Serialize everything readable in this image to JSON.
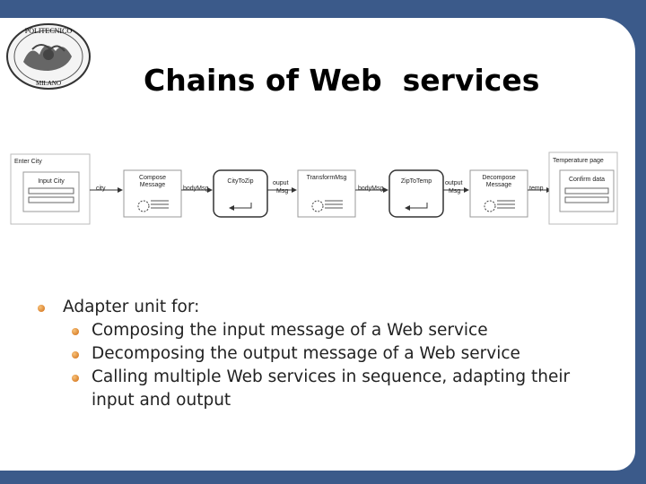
{
  "logo": {
    "text_top": "POLITECNICO",
    "text_bottom": "MILANO"
  },
  "title": "Chains of Web  services",
  "diagram": {
    "enter_city": {
      "title": "Enter City",
      "field": "Input City"
    },
    "temperature_page": {
      "title": "Temperature page",
      "field": "Confirm data"
    },
    "arrow_labels": {
      "city": "city",
      "body1": "bodyMsg",
      "out1": [
        "ouput",
        "Msg"
      ],
      "body2": "bodyMsg",
      "out2": [
        "output",
        "Msg"
      ],
      "temp": "temp"
    },
    "compose": [
      "Compose",
      "Message"
    ],
    "city_to_zip": "CityToZip",
    "transform": "TransformMsg",
    "zip_to_temp": "ZipToTemp",
    "decompose": [
      "Decompose",
      "Message"
    ]
  },
  "bullets": {
    "main": "Adapter unit for:",
    "sub": [
      "Composing the input message of a Web service",
      "Decomposing the output message of a Web service",
      "Calling multiple Web services in sequence, adapting their input and output"
    ]
  }
}
